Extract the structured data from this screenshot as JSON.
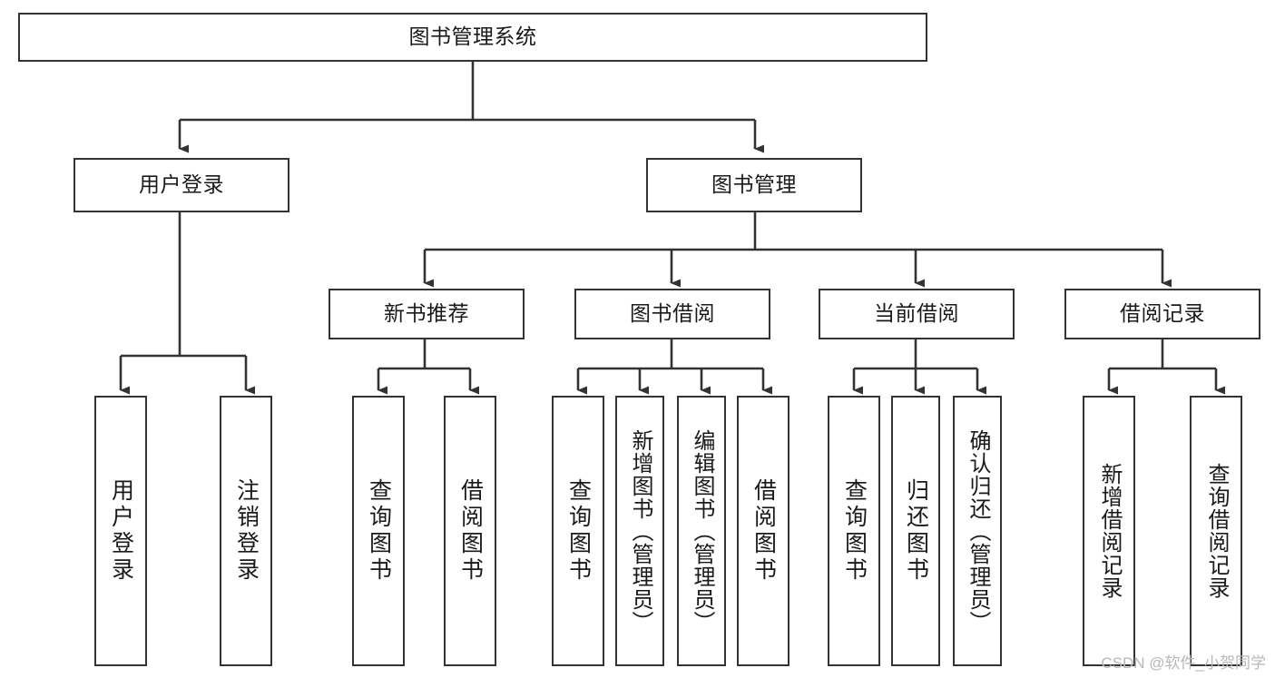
{
  "diagram": {
    "title": "图书管理系统",
    "type": "tree-hierarchy-chart",
    "colors": {
      "background": "#ffffff",
      "box_border": "#333333",
      "box_fill": "#ffffff",
      "text": "#1a1a1a",
      "connector": "#333333",
      "watermark": "#b8b8b8"
    },
    "root": {
      "label": "图书管理系统"
    },
    "level2": [
      {
        "label": "用户登录"
      },
      {
        "label": "图书管理"
      }
    ],
    "level3": [
      {
        "label": "新书推荐"
      },
      {
        "label": "图书借阅"
      },
      {
        "label": "当前借阅"
      },
      {
        "label": "借阅记录"
      }
    ],
    "leaves": {
      "user_login": [
        {
          "label": "用户登录"
        },
        {
          "label": "注销登录"
        }
      ],
      "new_book_recommend": [
        {
          "label": "查询图书"
        },
        {
          "label": "借阅图书"
        }
      ],
      "book_borrow": [
        {
          "label": "查询图书"
        },
        {
          "label": "新增图书（管理员）"
        },
        {
          "label": "编辑图书（管理员）"
        },
        {
          "label": "借阅图书"
        }
      ],
      "current_borrow": [
        {
          "label": "查询图书"
        },
        {
          "label": "归还图书"
        },
        {
          "label": "确认归还（管理员）"
        }
      ],
      "borrow_record": [
        {
          "label": "新增借阅记录"
        },
        {
          "label": "查询借阅记录"
        }
      ]
    }
  },
  "watermark": {
    "text": "CSDN @软件_小贺同学"
  }
}
